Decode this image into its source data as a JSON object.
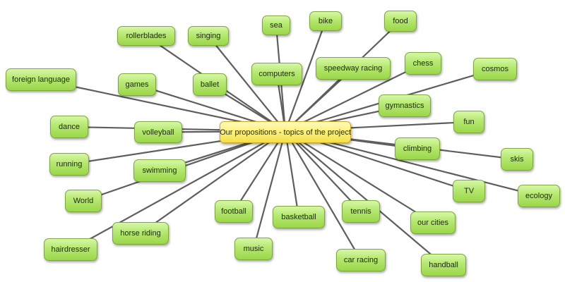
{
  "center": {
    "label": "Our propositions - topics of the project"
  },
  "topics": [
    {
      "id": "rollerblades",
      "label": "rollerblades"
    },
    {
      "id": "singing",
      "label": "singing"
    },
    {
      "id": "sea",
      "label": "sea"
    },
    {
      "id": "bike",
      "label": "bike"
    },
    {
      "id": "food",
      "label": "food"
    },
    {
      "id": "computers",
      "label": "computers"
    },
    {
      "id": "speedway-racing",
      "label": "speedway racing"
    },
    {
      "id": "chess",
      "label": "chess"
    },
    {
      "id": "cosmos",
      "label": "cosmos"
    },
    {
      "id": "foreign-language",
      "label": "foreign language"
    },
    {
      "id": "games",
      "label": "games"
    },
    {
      "id": "ballet",
      "label": "ballet"
    },
    {
      "id": "gymnastics",
      "label": "gymnastics"
    },
    {
      "id": "dance",
      "label": "dance"
    },
    {
      "id": "volleyball",
      "label": "volleyball"
    },
    {
      "id": "fun",
      "label": "fun"
    },
    {
      "id": "climbing",
      "label": "climbing"
    },
    {
      "id": "skis",
      "label": "skis"
    },
    {
      "id": "running",
      "label": "running"
    },
    {
      "id": "swimming",
      "label": "swimming"
    },
    {
      "id": "tv",
      "label": "TV"
    },
    {
      "id": "ecology",
      "label": "ecology"
    },
    {
      "id": "world",
      "label": "World"
    },
    {
      "id": "football",
      "label": "football"
    },
    {
      "id": "basketball",
      "label": "basketball"
    },
    {
      "id": "tennis",
      "label": "tennis"
    },
    {
      "id": "our-cities",
      "label": "our cities"
    },
    {
      "id": "horse-riding",
      "label": "horse riding"
    },
    {
      "id": "hairdresser",
      "label": "hairdresser"
    },
    {
      "id": "music",
      "label": "music"
    },
    {
      "id": "car-racing",
      "label": "car racing"
    },
    {
      "id": "handball",
      "label": "handball"
    }
  ],
  "colors": {
    "node_fill": "#b4e86e",
    "node_border": "#7fa83a",
    "center_fill": "#fdf17a",
    "center_border": "#c9a928",
    "connector": "#5e5e5e"
  }
}
